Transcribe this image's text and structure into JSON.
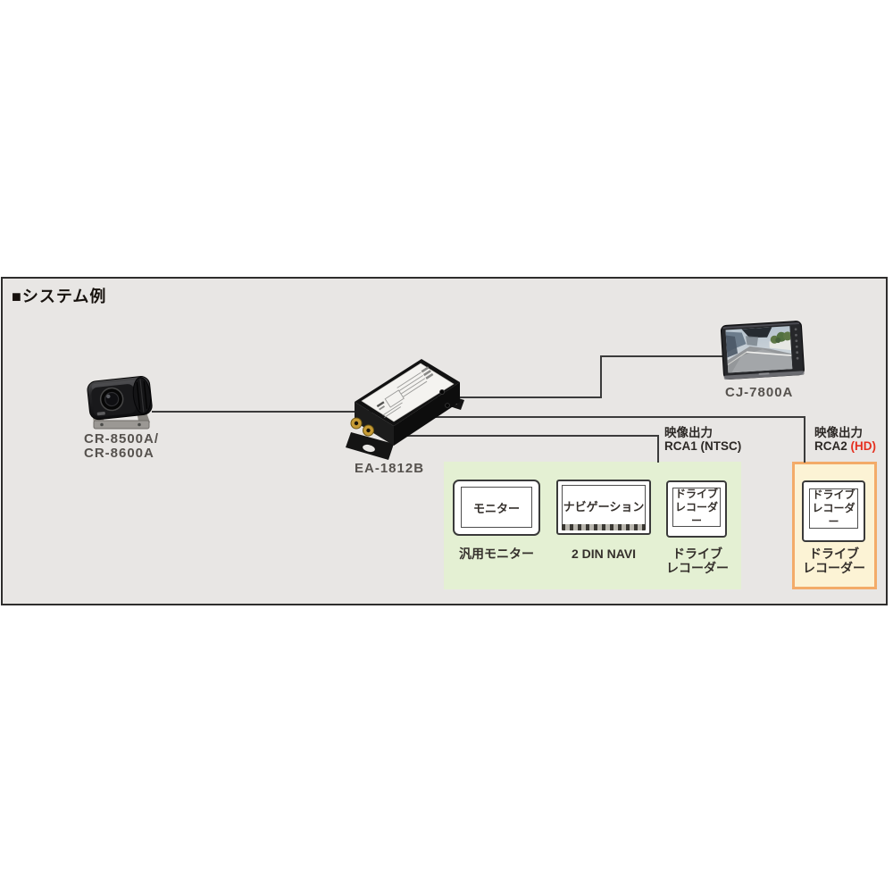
{
  "panel": {
    "title": "■システム例",
    "background_color": "#e8e6e4",
    "border_color": "#2e2d2c"
  },
  "products": {
    "camera": {
      "name_lines": [
        "CR-8500A/",
        "CR-8600A"
      ]
    },
    "converter": {
      "name": "EA-1812B"
    },
    "monitor": {
      "name": "CJ-7800A"
    }
  },
  "outputs": {
    "rca1": {
      "label": "映像出力",
      "port": "RCA1",
      "signal": "(NTSC)"
    },
    "rca2": {
      "label": "映像出力",
      "port": "RCA2",
      "signal": "(HD)",
      "signal_color": "#e53020"
    }
  },
  "connected_devices": {
    "generic_monitor": {
      "box_text": "モニター",
      "caption": "汎用モニター"
    },
    "din_navi": {
      "box_text": "ナビゲーション",
      "caption": "2 DIN NAVI"
    },
    "drive_recorder_ntsc": {
      "box_lines": [
        "ドライブ",
        "レコーダー"
      ],
      "caption_lines": [
        "ドライブ",
        "レコーダー"
      ]
    },
    "drive_recorder_hd": {
      "box_lines": [
        "ドライブ",
        "レコーダー"
      ],
      "caption_lines": [
        "ドライブ",
        "レコーダー"
      ]
    }
  },
  "colors": {
    "wire": "#3b3b3b",
    "green_zone": "#e4f0d3",
    "orange_zone_fill": "#fcf3d5",
    "orange_zone_border": "#f3ab69",
    "hd_red": "#e53020"
  }
}
